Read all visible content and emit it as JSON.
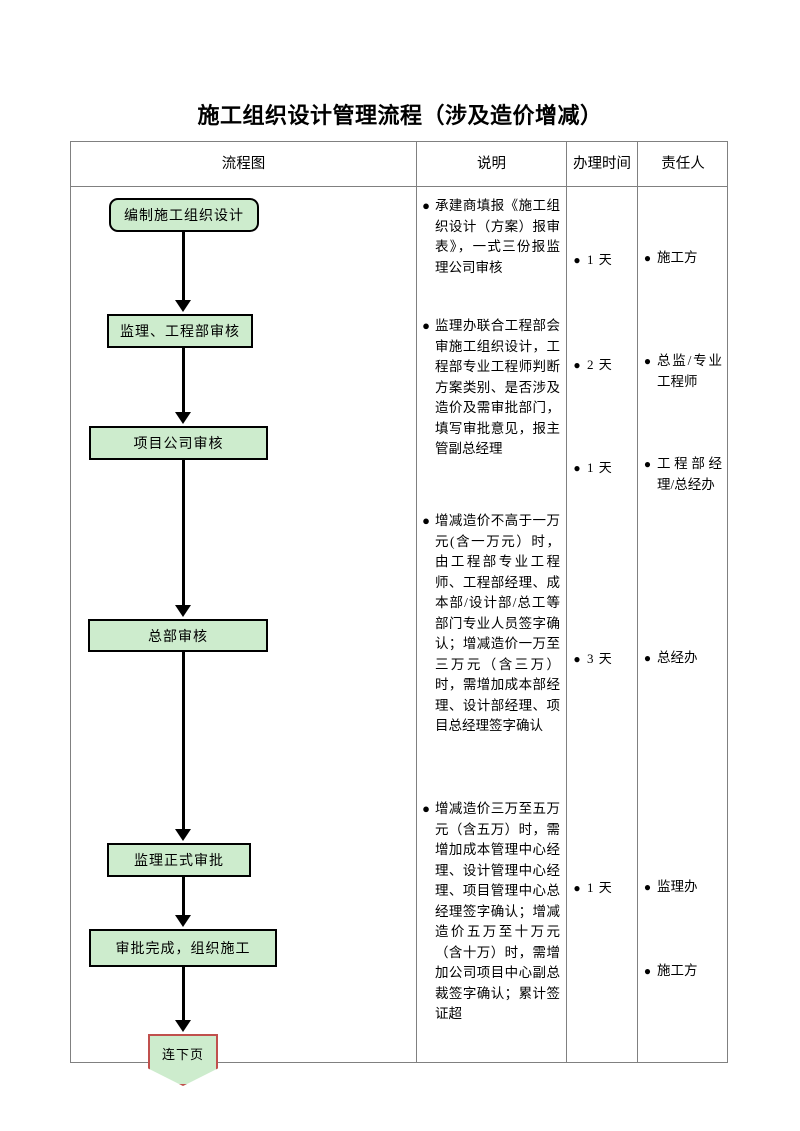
{
  "document": {
    "title": "施工组织设计管理流程（涉及造价增减）"
  },
  "table": {
    "headers": {
      "flow": "流程图",
      "description": "说明",
      "time": "办理时间",
      "owner": "责任人"
    }
  },
  "flowchart": {
    "nodes": [
      {
        "id": "n1",
        "label": "编制施工组织设计",
        "shape": "rounded-rect"
      },
      {
        "id": "n2",
        "label": "监理、工程部审核",
        "shape": "rect"
      },
      {
        "id": "n3",
        "label": "项目公司审核",
        "shape": "rect"
      },
      {
        "id": "n4",
        "label": "总部审核",
        "shape": "rect"
      },
      {
        "id": "n5",
        "label": "监理正式审批",
        "shape": "rect"
      },
      {
        "id": "n6",
        "label": "审批完成，组织施工",
        "shape": "rect"
      },
      {
        "id": "n7",
        "label": "连下页",
        "shape": "pentagon-down"
      }
    ],
    "colors": {
      "node_fill": "#cdeccd",
      "node_border": "#000000",
      "pentagon_border": "#c0504d",
      "connector": "#000000"
    }
  },
  "description_items": [
    {
      "bullet": "●",
      "text": "承建商填报《施工组织设计（方案）报审表》，一式三份报监理公司审核"
    },
    {
      "bullet": "●",
      "text": "监理办联合工程部会审施工组织设计，工程部专业工程师判断方案类别、是否涉及造价及需审批部门，填写审批意见，报主管副总经理"
    },
    {
      "bullet": "●",
      "text": "增减造价不高于一万元(含一万元）时，由工程部专业工程师、工程部经理、成本部/设计部/总工等部门专业人员签字确认；增减造价一万至三万元（含三万）时，需增加成本部经理、设计部经理、项目总经理签字确认"
    },
    {
      "bullet": "●",
      "text": "增减造价三万至五万元（含五万）时，需增加成本管理中心经理、设计管理中心经理、项目管理中心总经理签字确认；增减造价五万至十万元（含十万）时，需增加公司项目中心副总裁签字确认；累计签证超"
    }
  ],
  "time_items": [
    {
      "bullet": "●",
      "value": "1 天"
    },
    {
      "bullet": "●",
      "value": "2 天"
    },
    {
      "bullet": "●",
      "value": "1 天"
    },
    {
      "bullet": "●",
      "value": "3 天"
    },
    {
      "bullet": "●",
      "value": "1 天"
    }
  ],
  "owner_items": [
    {
      "bullet": "●",
      "name": "施工方"
    },
    {
      "bullet": "●",
      "name": "总监/专业工程师"
    },
    {
      "bullet": "●",
      "name": "工程部经理/总经办"
    },
    {
      "bullet": "●",
      "name": "总经办"
    },
    {
      "bullet": "●",
      "name": "监理办"
    },
    {
      "bullet": "●",
      "name": "施工方"
    }
  ]
}
